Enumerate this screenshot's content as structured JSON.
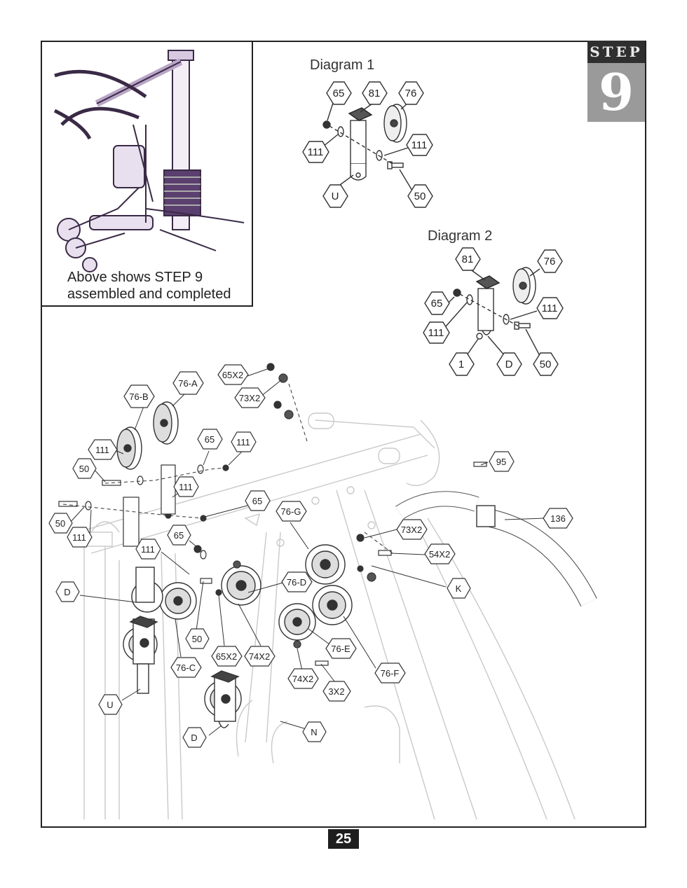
{
  "step": {
    "word": "STEP",
    "number": "9"
  },
  "inset": {
    "caption_line1": "Above shows STEP 9",
    "caption_line2": "assembled and completed"
  },
  "diagram1": {
    "title": "Diagram 1",
    "labels": [
      "65",
      "81",
      "76",
      "111",
      "111",
      "U",
      "50"
    ]
  },
  "diagram2": {
    "title": "Diagram 2",
    "labels": [
      "81",
      "76",
      "65",
      "111",
      "111",
      "1",
      "D",
      "50"
    ]
  },
  "main": {
    "labels": [
      "65X2",
      "76-A",
      "73X2",
      "76-B",
      "111",
      "65",
      "111",
      "50",
      "111",
      "95",
      "65",
      "76-G",
      "136",
      "50",
      "111",
      "73X2",
      "65",
      "54X2",
      "111",
      "K",
      "D",
      "76-D",
      "50",
      "65X2",
      "74X2",
      "76-E",
      "76-C",
      "76-F",
      "74X2",
      "3X2",
      "U",
      "N",
      "D"
    ]
  },
  "page_number": "25"
}
